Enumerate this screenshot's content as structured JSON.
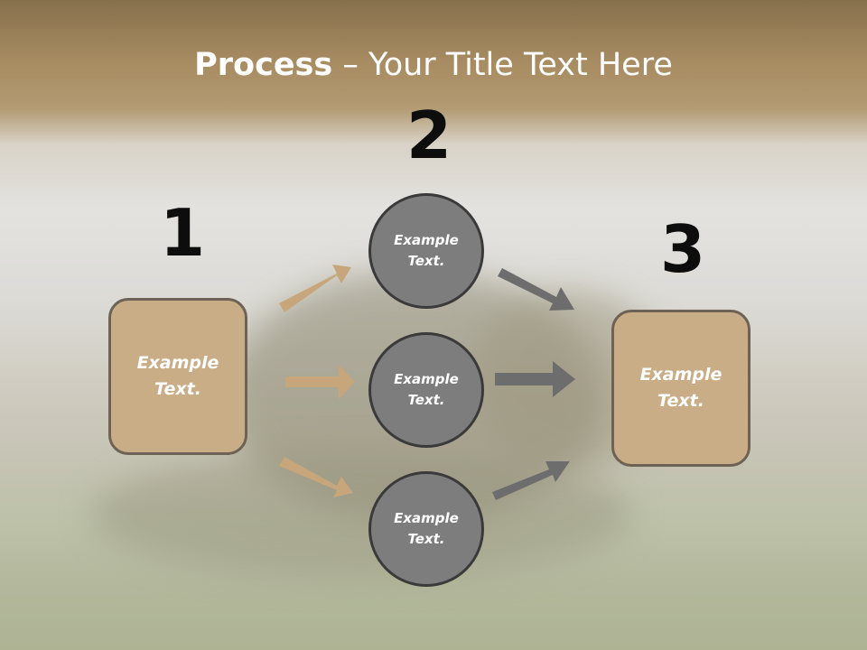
{
  "slide": {
    "title_bold": "Process",
    "title_rest": " – Your Title Text Here"
  },
  "steps": {
    "num1": "1",
    "num2": "2",
    "num3": "3"
  },
  "left_box": {
    "line1": "Example",
    "line2": "Text."
  },
  "right_box": {
    "line1": "Example",
    "line2": "Text."
  },
  "circles": [
    {
      "line1": "Example",
      "line2": "Text."
    },
    {
      "line1": "Example",
      "line2": "Text."
    },
    {
      "line1": "Example",
      "line2": "Text."
    }
  ],
  "colors": {
    "box_fill": "#c9ad86",
    "circle_fill": "#7d7d7d",
    "tan_arrow": "#c6a67a",
    "gray_arrow": "#6d6d6d"
  }
}
